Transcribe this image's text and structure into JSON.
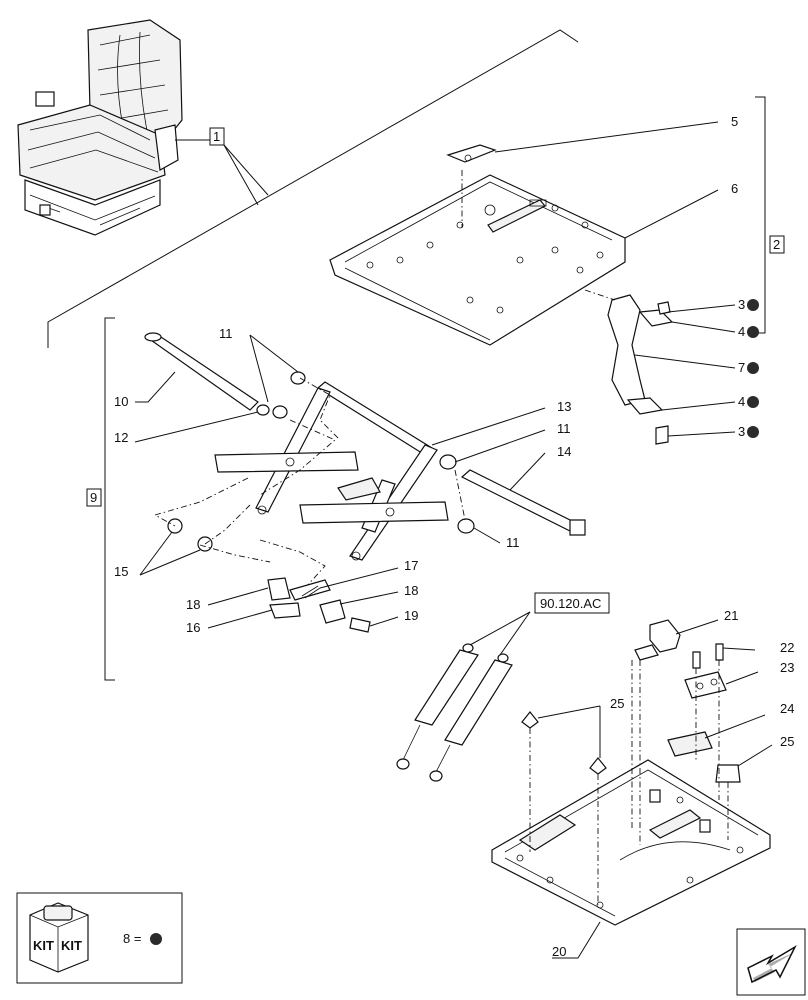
{
  "callouts": {
    "c1": "1",
    "c2": "2",
    "c3a": "3",
    "c3b": "3",
    "c4a": "4",
    "c4b": "4",
    "c5": "5",
    "c6": "6",
    "c7": "7",
    "c9": "9",
    "c10": "10",
    "c11a": "11",
    "c11b": "11",
    "c11c": "11",
    "c12": "12",
    "c13": "13",
    "c14": "14",
    "c15": "15",
    "c16": "16",
    "c17": "17",
    "c18a": "18",
    "c18b": "18",
    "c19": "19",
    "c20": "20",
    "c21": "21",
    "c22": "22",
    "c23": "23",
    "c24": "24",
    "c25a": "25",
    "c25b": "25"
  },
  "reference": "90.120.AC",
  "kit": {
    "label_left": "KIT",
    "label_right": "KIT",
    "legend": "8 ="
  },
  "marker_color": "#2b2b2b"
}
